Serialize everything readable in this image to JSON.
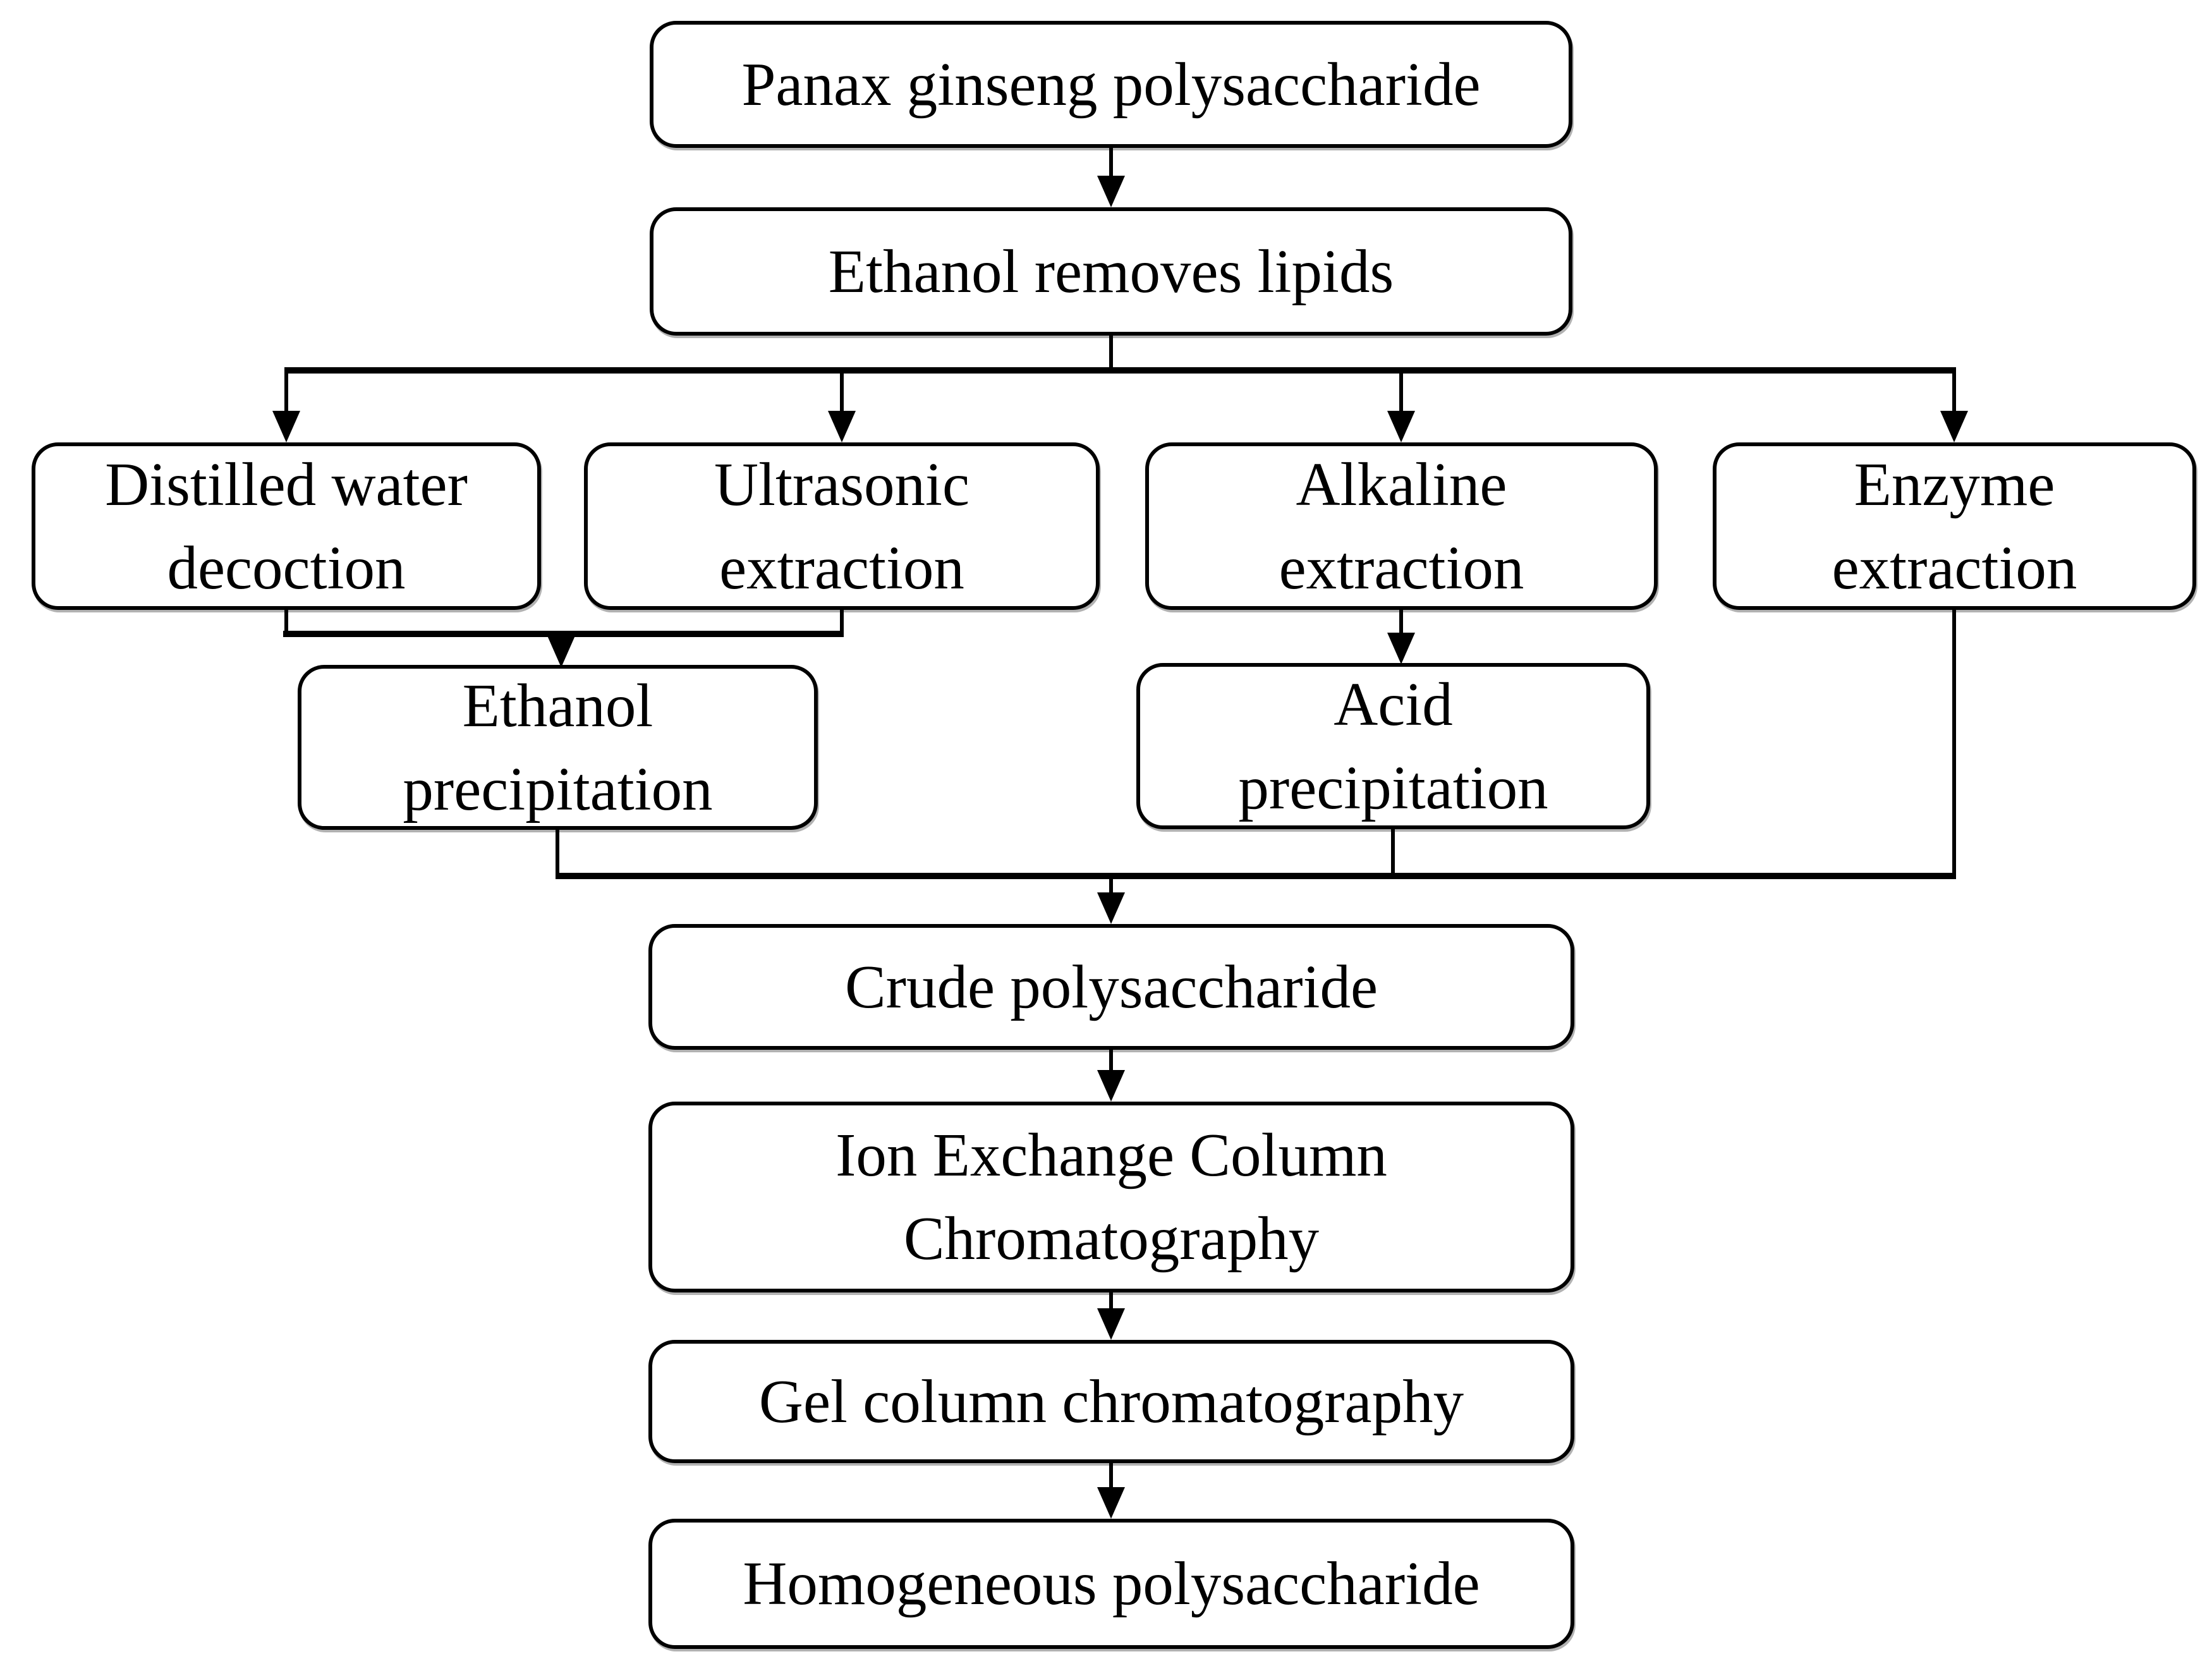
{
  "diagram": {
    "type": "flowchart",
    "colors": {
      "line": "#000000",
      "box_border": "#000000",
      "box_fill": "#ffffff",
      "background": "#ffffff",
      "text": "#000000"
    },
    "nodes": {
      "panax": "Panax ginseng polysaccharide",
      "ethanol_removes_lipids": "Ethanol removes lipids",
      "distilled_water_decoction": "Distilled water\ndecoction",
      "ultrasonic_extraction": "Ultrasonic\nextraction",
      "alkaline_extraction": "Alkaline\nextraction",
      "enzyme_extraction": "Enzyme\nextraction",
      "ethanol_precipitation": "Ethanol\nprecipitation",
      "acid_precipitation": "Acid\nprecipitation",
      "crude_polysaccharide": "Crude polysaccharide",
      "ion_exchange_chromatography": "Ion Exchange Column\nChromatography",
      "gel_column_chromatography": "Gel column chromatography",
      "homogeneous_polysaccharide": "Homogeneous polysaccharide"
    },
    "edges": [
      {
        "from": "panax",
        "to": "ethanol_removes_lipids"
      },
      {
        "from": "ethanol_removes_lipids",
        "to": "distilled_water_decoction"
      },
      {
        "from": "ethanol_removes_lipids",
        "to": "ultrasonic_extraction"
      },
      {
        "from": "ethanol_removes_lipids",
        "to": "alkaline_extraction"
      },
      {
        "from": "ethanol_removes_lipids",
        "to": "enzyme_extraction"
      },
      {
        "from": "distilled_water_decoction",
        "to": "ethanol_precipitation"
      },
      {
        "from": "ultrasonic_extraction",
        "to": "ethanol_precipitation"
      },
      {
        "from": "alkaline_extraction",
        "to": "acid_precipitation"
      },
      {
        "from": "ethanol_precipitation",
        "to": "crude_polysaccharide"
      },
      {
        "from": "acid_precipitation",
        "to": "crude_polysaccharide"
      },
      {
        "from": "enzyme_extraction",
        "to": "crude_polysaccharide"
      },
      {
        "from": "crude_polysaccharide",
        "to": "ion_exchange_chromatography"
      },
      {
        "from": "ion_exchange_chromatography",
        "to": "gel_column_chromatography"
      },
      {
        "from": "gel_column_chromatography",
        "to": "homogeneous_polysaccharide"
      }
    ]
  }
}
